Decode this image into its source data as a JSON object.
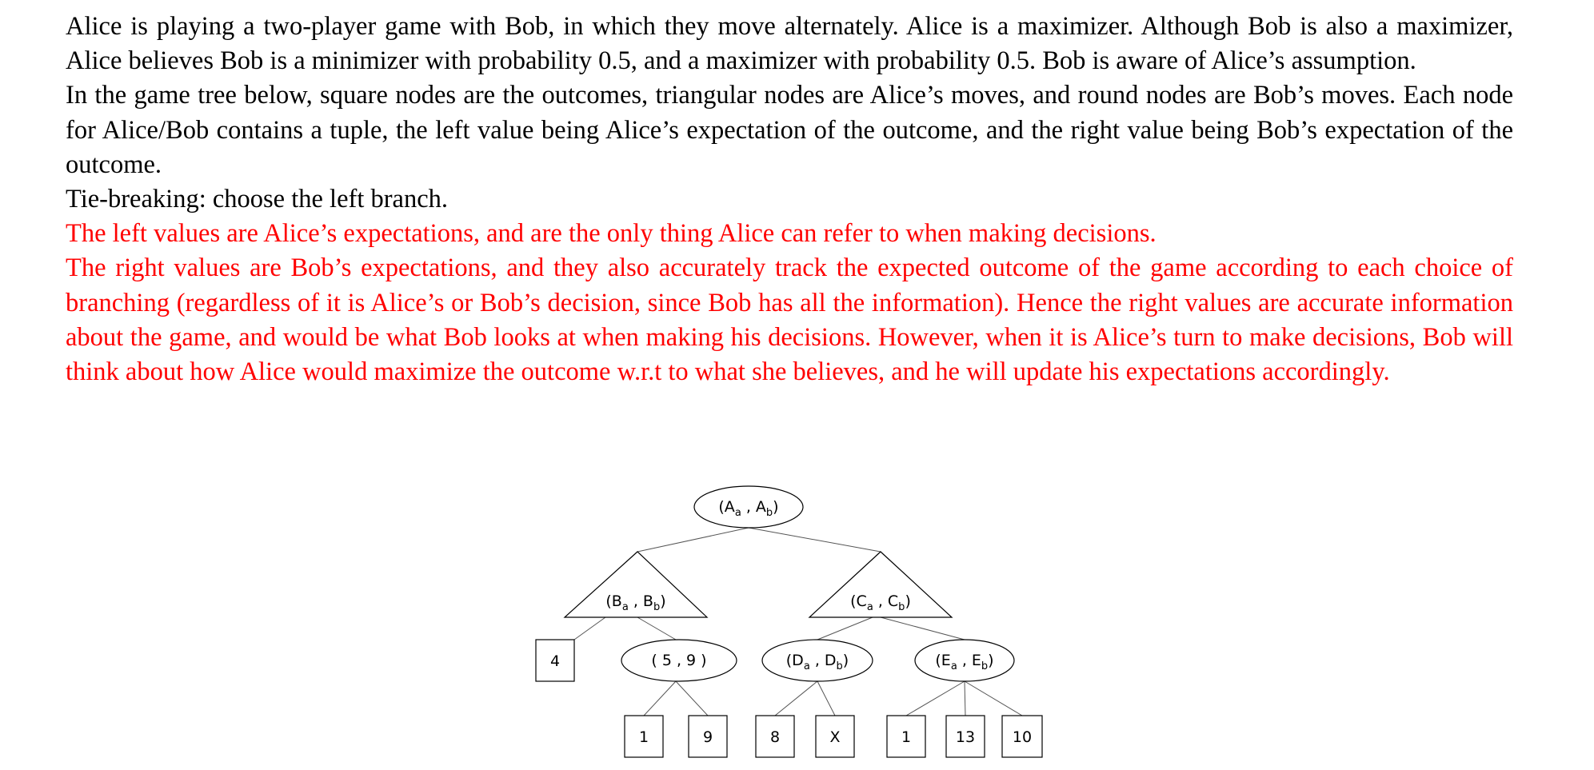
{
  "paragraphs": [
    {
      "text": "Alice is playing a two-player game with Bob, in which they move alternately.  Alice is a maximizer.  Although Bob is also a maximizer, Alice believes Bob is a minimizer with probability 0.5, and a maximizer with probability 0.5.  Bob is aware of Alice’s assumption.",
      "color": "#000000"
    },
    {
      "text": "In the game tree below, square nodes are the outcomes, triangular nodes are Alice’s moves, and round nodes are Bob’s moves. Each node for Alice/Bob contains a tuple, the left value being Alice’s expectation of the outcome, and the right value being Bob’s expectation of the outcome.",
      "color": "#000000"
    },
    {
      "text": "Tie-breaking: choose the left branch.",
      "color": "#000000"
    },
    {
      "text": "The left values are Alice’s expectations, and are the only thing Alice can refer to when making decisions.",
      "color": "#ff0000"
    },
    {
      "text": "The right values are Bob’s expectations, and they also accurately track the expected outcome of the game according to each choice of branching (regardless of it is Alice’s or Bob’s decision, since Bob has all the information). Hence the right values are accurate information about the game, and would be what Bob looks at when making his decisions. However, when it is Alice’s turn to make decisions, Bob will think about how Alice would maximize the outcome w.r.t to what she believes, and he will update his expectations accordingly.",
      "color": "#ff0000"
    }
  ],
  "tree": {
    "root": {
      "open": "(A",
      "sub_a": "a",
      "mid": " , A",
      "sub_b": "b",
      "close": ")"
    },
    "alice_left": {
      "open": "(B",
      "sub_a": "a",
      "mid": " , B",
      "sub_b": "b",
      "close": ")"
    },
    "alice_right": {
      "open": "(C",
      "sub_a": "a",
      "mid": " , C",
      "sub_b": "b",
      "close": ")"
    },
    "bob_given": "( 5 , 9 )",
    "bob_d": {
      "open": "(D",
      "sub_a": "a",
      "mid": " , D",
      "sub_b": "b",
      "close": ")"
    },
    "bob_e": {
      "open": "(E",
      "sub_a": "a",
      "mid": " , E",
      "sub_b": "b",
      "close": ")"
    },
    "leaves": {
      "l4": "4",
      "l1a": "1",
      "l9": "9",
      "l8": "8",
      "lx": "X",
      "l1b": "1",
      "l13": "13",
      "l10": "10"
    }
  }
}
